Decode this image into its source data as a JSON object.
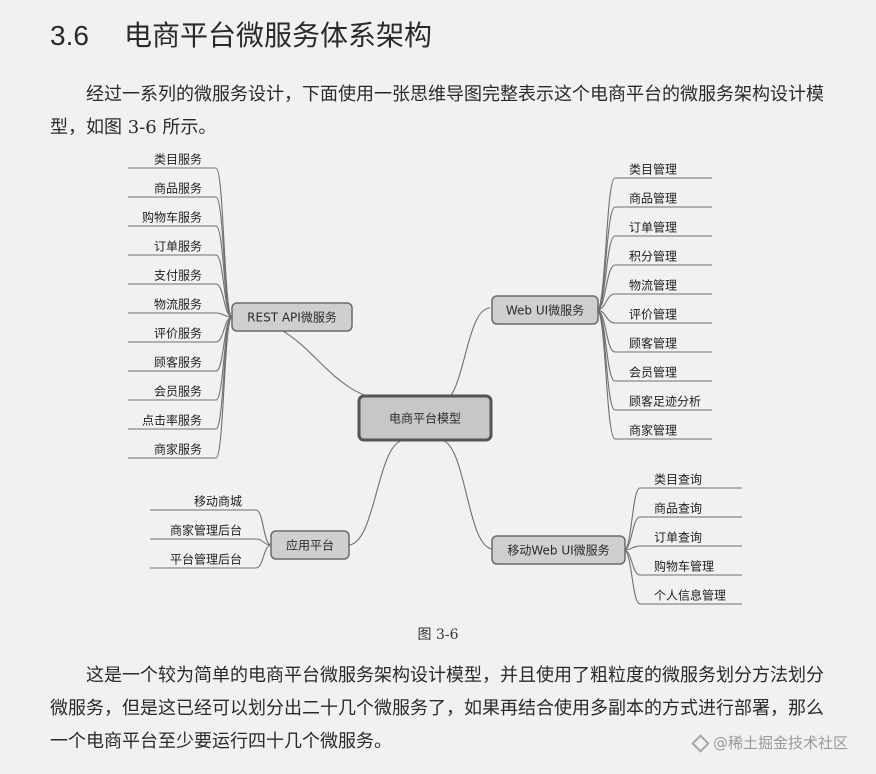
{
  "heading": {
    "number": "3.6",
    "title": "电商平台微服务体系架构"
  },
  "intro": "经过一系列的微服务设计，下面使用一张思维导图完整表示这个电商平台的微服务架构设计模型，如图 3-6 所示。",
  "diagram": {
    "center": "电商平台模型",
    "branches": {
      "rest_api": {
        "label": "REST API微服务",
        "items": [
          "类目服务",
          "商品服务",
          "购物车服务",
          "订单服务",
          "支付服务",
          "物流服务",
          "评价服务",
          "顾客服务",
          "会员服务",
          "点击率服务",
          "商家服务"
        ]
      },
      "web_ui": {
        "label": "Web UI微服务",
        "items": [
          "类目管理",
          "商品管理",
          "订单管理",
          "积分管理",
          "物流管理",
          "评价管理",
          "顾客管理",
          "会员管理",
          "顾客足迹分析",
          "商家管理"
        ]
      },
      "app_platform": {
        "label": "应用平台",
        "items": [
          "移动商城",
          "商家管理后台",
          "平台管理后台"
        ]
      },
      "mobile_web_ui": {
        "label": "移动Web UI微服务",
        "items": [
          "类目查询",
          "商品查询",
          "订单查询",
          "购物车管理",
          "个人信息管理"
        ]
      }
    }
  },
  "caption": "图 3-6",
  "closing": "这是一个较为简单的电商平台微服务架构设计模型，并且使用了粗粒度的微服务划分方法划分微服务，但是这已经可以划分出二十几个微服务了，如果再结合使用多副本的方式进行部署，那么一个电商平台至少要运行四十几个微服务。",
  "watermark": "@稀土掘金技术社区",
  "colors": {
    "node_fill": "#cfcfcf",
    "node_stroke": "#6a6a6a",
    "center_fill": "#c7c7c7",
    "center_stroke": "#555555",
    "line": "#6f6f6f"
  }
}
